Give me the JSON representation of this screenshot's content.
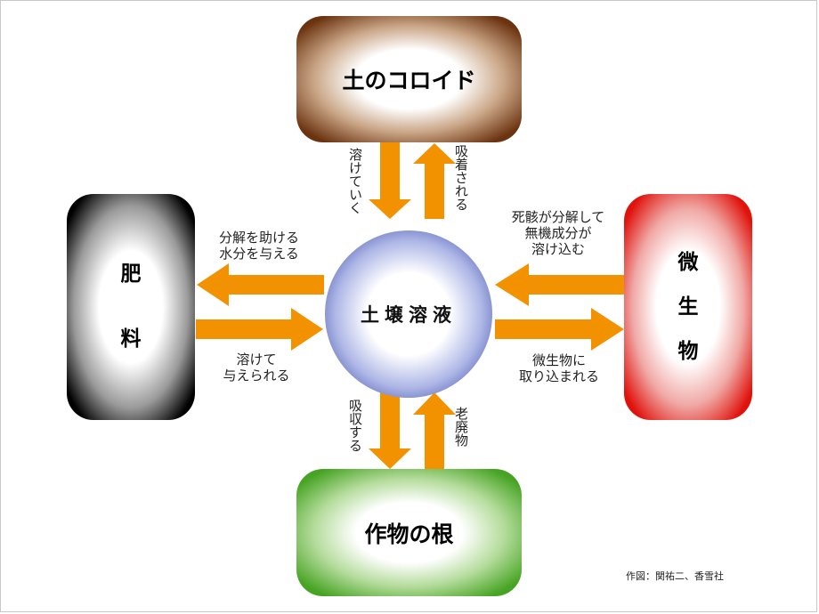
{
  "boxes": {
    "colloid": "土のコロイド",
    "crop_root": "作物の根",
    "fertilizer": [
      "肥",
      "料"
    ],
    "microbe": [
      "微",
      "生",
      "物"
    ]
  },
  "center": "土壌溶液",
  "labels": {
    "colloid_to_solution": "溶けていく",
    "solution_to_colloid": "吸着される",
    "solution_to_fertilizer": [
      "分解を助ける",
      "水分を与える"
    ],
    "fertilizer_to_solution": [
      "溶けて",
      "与えられる"
    ],
    "microbe_to_solution": [
      "死骸が分解して",
      "無機成分が",
      "溶け込む"
    ],
    "solution_to_microbe": [
      "微生物に",
      "取り込まれる"
    ],
    "solution_to_root": "吸収する",
    "root_to_solution": "老廃物"
  },
  "credit": "作図：関祐二、香雪社",
  "colors": {
    "arrow": "#f39200",
    "colloid": "#6b3310",
    "crop_root": "#46a323",
    "fertilizer": "#000000",
    "microbe": "#e0120c",
    "solution": "#24328f"
  }
}
